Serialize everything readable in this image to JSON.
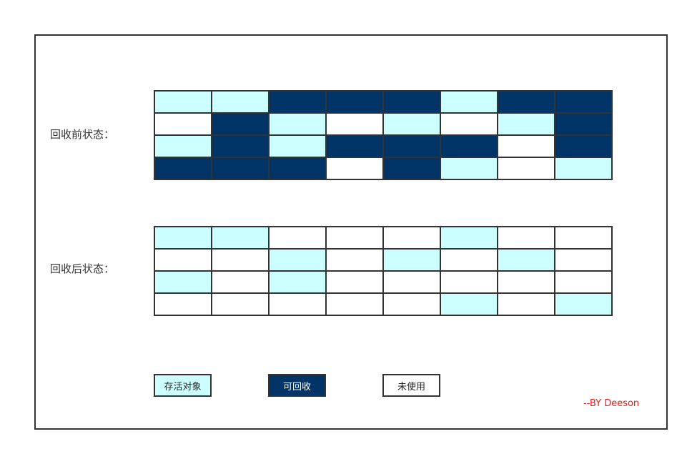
{
  "before": {
    "label": "回收前状态：",
    "rows": [
      [
        "alive",
        "alive",
        "recyclable",
        "recyclable",
        "recyclable",
        "alive",
        "recyclable",
        "recyclable"
      ],
      [
        "unused",
        "recyclable",
        "alive",
        "unused",
        "alive",
        "unused",
        "alive",
        "recyclable"
      ],
      [
        "alive",
        "recyclable",
        "alive",
        "recyclable",
        "recyclable",
        "recyclable",
        "unused",
        "recyclable"
      ],
      [
        "recyclable",
        "recyclable",
        "recyclable",
        "unused",
        "recyclable",
        "alive",
        "unused",
        "alive"
      ]
    ]
  },
  "after": {
    "label": "回收后状态：",
    "rows": [
      [
        "alive",
        "alive",
        "unused",
        "unused",
        "unused",
        "alive",
        "unused",
        "unused"
      ],
      [
        "unused",
        "unused",
        "alive",
        "unused",
        "alive",
        "unused",
        "alive",
        "unused"
      ],
      [
        "alive",
        "unused",
        "alive",
        "unused",
        "unused",
        "unused",
        "unused",
        "unused"
      ],
      [
        "unused",
        "unused",
        "unused",
        "unused",
        "unused",
        "alive",
        "unused",
        "alive"
      ]
    ]
  },
  "legend": {
    "alive": "存活对象",
    "recyclable": "可回收",
    "unused": "未使用"
  },
  "colors": {
    "alive": "#ccffff",
    "recyclable": "#003366",
    "unused": "#ffffff",
    "border": "#333333",
    "signature": "#e02020"
  },
  "signature": "--BY Deeson"
}
